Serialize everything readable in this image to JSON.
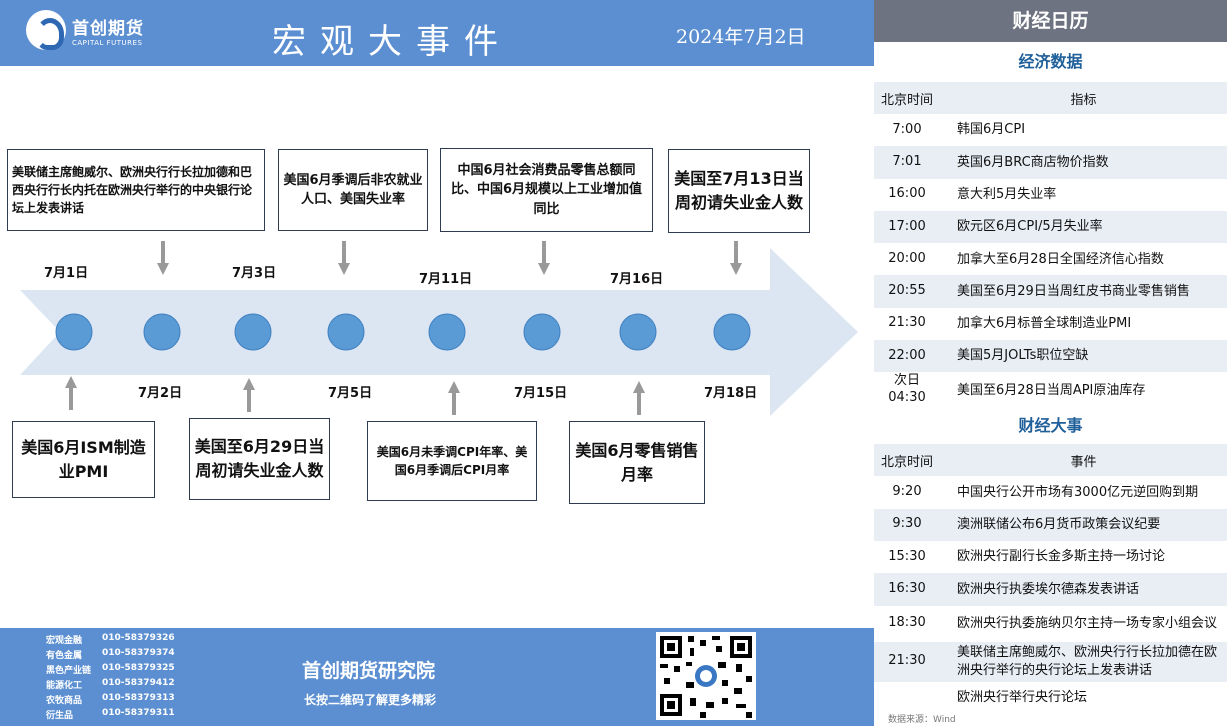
{
  "header": {
    "logo_cn": "首创期货",
    "logo_en": "CAPITAL FUTURES",
    "title": "宏观大事件",
    "date": "2024年7月2日"
  },
  "timeline": {
    "top_dates": [
      "7月1日",
      "7月3日",
      "7月11日",
      "7月16日"
    ],
    "bottom_dates": [
      "7月2日",
      "7月5日",
      "7月15日",
      "7月18日"
    ],
    "top_events": [
      "美联储主席鲍威尔、欧洲央行行长拉加德和巴西央行行长内托在欧洲央行举行的中央银行论坛上发表讲话",
      "美国6月季调后非农就业人口、美国失业率",
      "中国6月社会消费品零售总额同比、中国6月规模以上工业增加值同比",
      "美国至7月13日当周初请失业金人数"
    ],
    "bottom_events": [
      "美国6月ISM制造业PMI",
      "美国至6月29日当周初请失业金人数",
      "美国6月未季调CPI年率、美国6月季调后CPI月率",
      "美国6月零售销售月率"
    ],
    "colors": {
      "arrow": "#dce6f3",
      "dot": "#5b9bd5",
      "dot_border": "#3f7fc0"
    }
  },
  "footer": {
    "contacts": [
      {
        "name": "宏观金融",
        "phone": "010-58379326"
      },
      {
        "name": "有色金属",
        "phone": "010-58379374"
      },
      {
        "name": "黑色产业链",
        "phone": "010-58379325"
      },
      {
        "name": "能源化工",
        "phone": "010-58379412"
      },
      {
        "name": "农牧商品",
        "phone": "010-58379313"
      },
      {
        "name": "衍生品",
        "phone": "010-58379311"
      }
    ],
    "institute": "首创期货研究院",
    "tip": "长按二维码了解更多精彩"
  },
  "calendar": {
    "title": "财经日历",
    "econ_title": "经济数据",
    "econ_head": {
      "time": "北京时间",
      "item": "指标"
    },
    "econ_rows": [
      {
        "time": "7:00",
        "item": "韩国6月CPI"
      },
      {
        "time": "7:01",
        "item": "英国6月BRC商店物价指数"
      },
      {
        "time": "16:00",
        "item": "意大利5月失业率"
      },
      {
        "time": "17:00",
        "item": "欧元区6月CPI/5月失业率"
      },
      {
        "time": "20:00",
        "item": "加拿大至6月28日全国经济信心指数"
      },
      {
        "time": "20:55",
        "item": "美国至6月29日当周红皮书商业零售销售"
      },
      {
        "time": "21:30",
        "item": "加拿大6月标普全球制造业PMI"
      },
      {
        "time": "22:00",
        "item": "美国5月JOLTs职位空缺"
      },
      {
        "time": "次日\n04:30",
        "item": "美国至6月28日当周API原油库存"
      }
    ],
    "events_title": "财经大事",
    "events_head": {
      "time": "北京时间",
      "item": "事件"
    },
    "event_rows": [
      {
        "time": "9:20",
        "item": "中国央行公开市场有3000亿元逆回购到期"
      },
      {
        "time": "9:30",
        "item": "澳洲联储公布6月货币政策会议纪要"
      },
      {
        "time": "15:30",
        "item": "欧洲央行副行长金多斯主持一场讨论"
      },
      {
        "time": "16:30",
        "item": "欧洲央行执委埃尔德森发表讲话"
      },
      {
        "time": "18:30",
        "item": "欧洲央行执委施纳贝尔主持一场专家小组会议"
      },
      {
        "time": "21:30",
        "item": "美联储主席鲍威尔、欧洲央行行长拉加德在欧洲央行举行的央行论坛上发表讲话"
      },
      {
        "time": "",
        "item": "欧洲央行举行央行论坛"
      }
    ],
    "source": "数据来源：Wind"
  }
}
